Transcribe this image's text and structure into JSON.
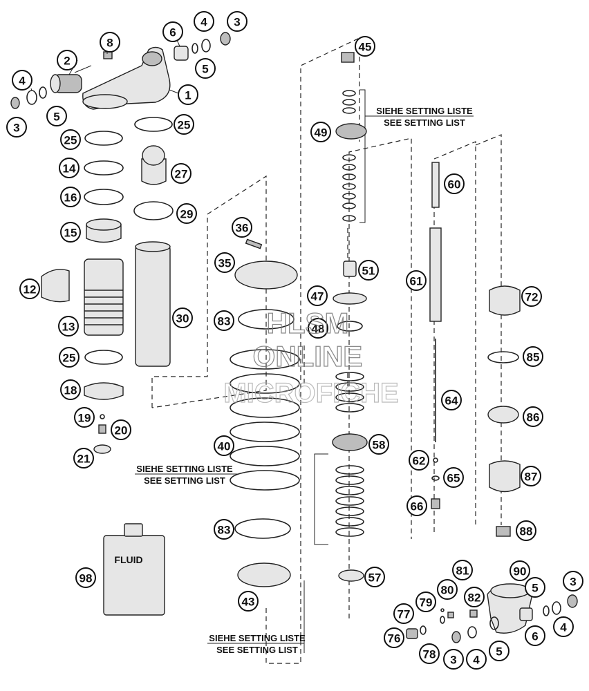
{
  "setting_notes": [
    {
      "de": "SIEHE SETTING LISTE",
      "en": "SEE SETTING LIST"
    },
    {
      "de": "SIEHE SETTING LISTE",
      "en": "SEE SETTING LIST"
    },
    {
      "de": "SIEHE SETTING LISTE",
      "en": "SEE SETTING LIST"
    }
  ],
  "container_label": "FLUID",
  "watermark": {
    "line1": "HLSM",
    "line2": "ONLINE",
    "line3": "MICROFICHE"
  },
  "callouts": [
    "1",
    "2",
    "3",
    "3",
    "3",
    "3",
    "4",
    "4",
    "4",
    "4",
    "5",
    "5",
    "5",
    "5",
    "6",
    "6",
    "8",
    "12",
    "13",
    "14",
    "15",
    "16",
    "18",
    "19",
    "20",
    "21",
    "25",
    "25",
    "25",
    "27",
    "29",
    "30",
    "35",
    "36",
    "40",
    "43",
    "45",
    "47",
    "48",
    "49",
    "51",
    "57",
    "58",
    "60",
    "61",
    "62",
    "64",
    "65",
    "66",
    "72",
    "76",
    "77",
    "78",
    "79",
    "80",
    "81",
    "82",
    "83",
    "83",
    "85",
    "86",
    "87",
    "88",
    "90",
    "98"
  ]
}
